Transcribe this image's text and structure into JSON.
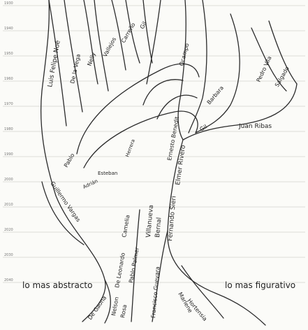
{
  "diagram": {
    "type": "hand-drawn family tree of artists across a timeline",
    "timeline_ticks": [
      "1930",
      "1940",
      "1950",
      "1960",
      "1970",
      "1980",
      "1990",
      "2000",
      "2010",
      "2020",
      "2030",
      "2040"
    ],
    "bottom_left_label": "lo mas abstracto",
    "bottom_right_label": "lo mas figurativo",
    "branch_labels": [
      "Luis Felipe Noé",
      "De la Vega",
      "Nelly",
      "Vallejos",
      "Carreño",
      "Gil",
      "Ocampo",
      "Barbara",
      "Juan Ribas",
      "Gil",
      "Pedro Vila",
      "Salgado",
      "Ernesto Benedit",
      "Elmer Rivero",
      "Pablo",
      "Adrián",
      "Esteban",
      "Herrera",
      "Guillermo Vargas",
      "De Leonardo",
      "Camelia",
      "Pablo Palmer",
      "Villanueva",
      "Bernal",
      "Fernando Sieri",
      "Francisco Guevara",
      "Marlene",
      "De Gaona",
      "Nelson",
      "Rosa",
      "Hortensia"
    ]
  }
}
